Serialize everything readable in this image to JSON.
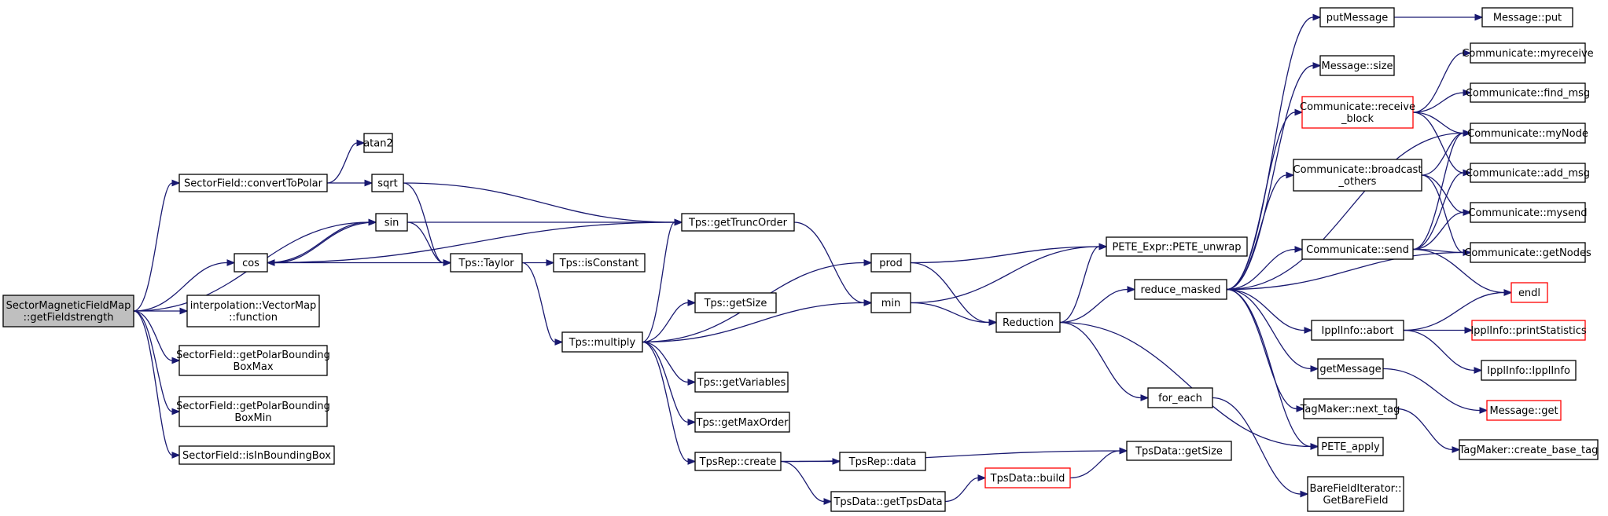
{
  "colors": {
    "edge": "#191970",
    "border_normal": "#000000",
    "border_truncated": "#ff0000",
    "root_fill": "#bfbfbf",
    "node_fill": "#ffffff"
  },
  "nodes": [
    {
      "id": "root",
      "lines": [
        "SectorMagneticFieldMap",
        "::getFieldstrength"
      ],
      "kind": "root"
    },
    {
      "id": "convertToPolar",
      "lines": [
        "SectorField::convertToPolar"
      ],
      "kind": "normal"
    },
    {
      "id": "atan2",
      "lines": [
        "atan2"
      ],
      "kind": "normal"
    },
    {
      "id": "sqrt",
      "lines": [
        "sqrt"
      ],
      "kind": "normal"
    },
    {
      "id": "sin",
      "lines": [
        "sin"
      ],
      "kind": "normal"
    },
    {
      "id": "cos",
      "lines": [
        "cos"
      ],
      "kind": "normal"
    },
    {
      "id": "vectormap",
      "lines": [
        "interpolation::VectorMap",
        "::function"
      ],
      "kind": "normal"
    },
    {
      "id": "bboxmax",
      "lines": [
        "SectorField::getPolarBounding",
        "BoxMax"
      ],
      "kind": "normal"
    },
    {
      "id": "bboxmin",
      "lines": [
        "SectorField::getPolarBounding",
        "BoxMin"
      ],
      "kind": "normal"
    },
    {
      "id": "isinbbox",
      "lines": [
        "SectorField::isInBoundingBox"
      ],
      "kind": "normal"
    },
    {
      "id": "truncorder",
      "lines": [
        "Tps::getTruncOrder"
      ],
      "kind": "normal"
    },
    {
      "id": "taylor",
      "lines": [
        "Tps::Taylor"
      ],
      "kind": "normal"
    },
    {
      "id": "isconstant",
      "lines": [
        "Tps::isConstant"
      ],
      "kind": "normal"
    },
    {
      "id": "multiply",
      "lines": [
        "Tps::multiply"
      ],
      "kind": "normal"
    },
    {
      "id": "getsize",
      "lines": [
        "Tps::getSize"
      ],
      "kind": "normal"
    },
    {
      "id": "getvariables",
      "lines": [
        "Tps::getVariables"
      ],
      "kind": "normal"
    },
    {
      "id": "getmaxorder",
      "lines": [
        "Tps::getMaxOrder"
      ],
      "kind": "normal"
    },
    {
      "id": "tpsrepcreate",
      "lines": [
        "TpsRep::create"
      ],
      "kind": "normal"
    },
    {
      "id": "tpsrepdata",
      "lines": [
        "TpsRep::data"
      ],
      "kind": "normal"
    },
    {
      "id": "gettpsdata",
      "lines": [
        "TpsData::getTpsData"
      ],
      "kind": "normal"
    },
    {
      "id": "tpsdatabuild",
      "lines": [
        "TpsData::build"
      ],
      "kind": "truncated"
    },
    {
      "id": "tpsdatagetsize",
      "lines": [
        "TpsData::getSize"
      ],
      "kind": "normal"
    },
    {
      "id": "prod",
      "lines": [
        "prod"
      ],
      "kind": "normal"
    },
    {
      "id": "min",
      "lines": [
        "min"
      ],
      "kind": "normal"
    },
    {
      "id": "reduction",
      "lines": [
        "Reduction"
      ],
      "kind": "normal"
    },
    {
      "id": "unwrap",
      "lines": [
        "PETE_Expr::PETE_unwrap"
      ],
      "kind": "normal"
    },
    {
      "id": "reducemasked",
      "lines": [
        "reduce_masked"
      ],
      "kind": "normal"
    },
    {
      "id": "foreach",
      "lines": [
        "for_each"
      ],
      "kind": "normal"
    },
    {
      "id": "barefield",
      "lines": [
        "BareFieldIterator::",
        "GetBareField"
      ],
      "kind": "normal"
    },
    {
      "id": "peteapply",
      "lines": [
        "PETE_apply"
      ],
      "kind": "normal"
    },
    {
      "id": "putmessage",
      "lines": [
        "putMessage"
      ],
      "kind": "normal"
    },
    {
      "id": "msgput",
      "lines": [
        "Message::put"
      ],
      "kind": "normal"
    },
    {
      "id": "msgsize",
      "lines": [
        "Message::size"
      ],
      "kind": "normal"
    },
    {
      "id": "receiveblock",
      "lines": [
        "Communicate::receive",
        "_block"
      ],
      "kind": "truncated"
    },
    {
      "id": "myreceive",
      "lines": [
        "Communicate::myreceive"
      ],
      "kind": "normal"
    },
    {
      "id": "findmsg",
      "lines": [
        "Communicate::find_msg"
      ],
      "kind": "normal"
    },
    {
      "id": "mynode",
      "lines": [
        "Communicate::myNode"
      ],
      "kind": "normal"
    },
    {
      "id": "addmsg",
      "lines": [
        "Communicate::add_msg"
      ],
      "kind": "normal"
    },
    {
      "id": "broadcast",
      "lines": [
        "Communicate::broadcast",
        "_others"
      ],
      "kind": "normal"
    },
    {
      "id": "mysend",
      "lines": [
        "Communicate::mysend"
      ],
      "kind": "normal"
    },
    {
      "id": "send",
      "lines": [
        "Communicate::send"
      ],
      "kind": "normal"
    },
    {
      "id": "getnodes",
      "lines": [
        "Communicate::getNodes"
      ],
      "kind": "normal"
    },
    {
      "id": "endl",
      "lines": [
        "endl"
      ],
      "kind": "truncated"
    },
    {
      "id": "abort",
      "lines": [
        "IpplInfo::abort"
      ],
      "kind": "normal"
    },
    {
      "id": "printstats",
      "lines": [
        "IpplInfo::printStatistics"
      ],
      "kind": "truncated"
    },
    {
      "id": "ipplinfo",
      "lines": [
        "IpplInfo::IpplInfo"
      ],
      "kind": "normal"
    },
    {
      "id": "getmessage",
      "lines": [
        "getMessage"
      ],
      "kind": "normal"
    },
    {
      "id": "msgget",
      "lines": [
        "Message::get"
      ],
      "kind": "truncated"
    },
    {
      "id": "nexttag",
      "lines": [
        "TagMaker::next_tag"
      ],
      "kind": "normal"
    },
    {
      "id": "createbasetag",
      "lines": [
        "TagMaker::create_base_tag"
      ],
      "kind": "normal"
    }
  ],
  "edges": [
    [
      "root",
      "convertToPolar"
    ],
    [
      "root",
      "sin"
    ],
    [
      "root",
      "cos"
    ],
    [
      "root",
      "vectormap"
    ],
    [
      "root",
      "bboxmax"
    ],
    [
      "root",
      "bboxmin"
    ],
    [
      "root",
      "isinbbox"
    ],
    [
      "convertToPolar",
      "atan2"
    ],
    [
      "convertToPolar",
      "sqrt"
    ],
    [
      "sqrt",
      "truncorder"
    ],
    [
      "sqrt",
      "taylor"
    ],
    [
      "sin",
      "truncorder"
    ],
    [
      "sin",
      "taylor"
    ],
    [
      "sin",
      "cos"
    ],
    [
      "cos",
      "sin"
    ],
    [
      "cos",
      "taylor"
    ],
    [
      "cos",
      "truncorder"
    ],
    [
      "taylor",
      "isconstant"
    ],
    [
      "taylor",
      "multiply"
    ],
    [
      "truncorder",
      "min"
    ],
    [
      "multiply",
      "truncorder"
    ],
    [
      "multiply",
      "prod"
    ],
    [
      "multiply",
      "min"
    ],
    [
      "multiply",
      "getsize"
    ],
    [
      "multiply",
      "getvariables"
    ],
    [
      "multiply",
      "getmaxorder"
    ],
    [
      "multiply",
      "tpsrepcreate"
    ],
    [
      "tpsrepcreate",
      "tpsrepdata"
    ],
    [
      "tpsrepcreate",
      "gettpsdata"
    ],
    [
      "tpsrepcreate",
      "tpsdatagetsize"
    ],
    [
      "gettpsdata",
      "tpsdatabuild"
    ],
    [
      "tpsdatabuild",
      "tpsdatagetsize"
    ],
    [
      "prod",
      "unwrap"
    ],
    [
      "prod",
      "reduction"
    ],
    [
      "min",
      "unwrap"
    ],
    [
      "min",
      "reduction"
    ],
    [
      "reduction",
      "unwrap"
    ],
    [
      "reduction",
      "reducemasked"
    ],
    [
      "reduction",
      "foreach"
    ],
    [
      "reduction",
      "peteapply"
    ],
    [
      "foreach",
      "barefield"
    ],
    [
      "reducemasked",
      "putmessage"
    ],
    [
      "reducemasked",
      "msgsize"
    ],
    [
      "reducemasked",
      "receiveblock"
    ],
    [
      "reducemasked",
      "mynode"
    ],
    [
      "reducemasked",
      "broadcast"
    ],
    [
      "reducemasked",
      "send"
    ],
    [
      "reducemasked",
      "getnodes"
    ],
    [
      "reducemasked",
      "abort"
    ],
    [
      "reducemasked",
      "getmessage"
    ],
    [
      "reducemasked",
      "nexttag"
    ],
    [
      "reducemasked",
      "peteapply"
    ],
    [
      "putmessage",
      "msgput"
    ],
    [
      "receiveblock",
      "myreceive"
    ],
    [
      "receiveblock",
      "findmsg"
    ],
    [
      "receiveblock",
      "mynode"
    ],
    [
      "receiveblock",
      "addmsg"
    ],
    [
      "broadcast",
      "mynode"
    ],
    [
      "broadcast",
      "mysend"
    ],
    [
      "broadcast",
      "getnodes"
    ],
    [
      "send",
      "mynode"
    ],
    [
      "send",
      "addmsg"
    ],
    [
      "send",
      "mysend"
    ],
    [
      "send",
      "getnodes"
    ],
    [
      "send",
      "endl"
    ],
    [
      "abort",
      "endl"
    ],
    [
      "abort",
      "printstats"
    ],
    [
      "abort",
      "ipplinfo"
    ],
    [
      "getmessage",
      "msgget"
    ],
    [
      "nexttag",
      "createbasetag"
    ]
  ]
}
